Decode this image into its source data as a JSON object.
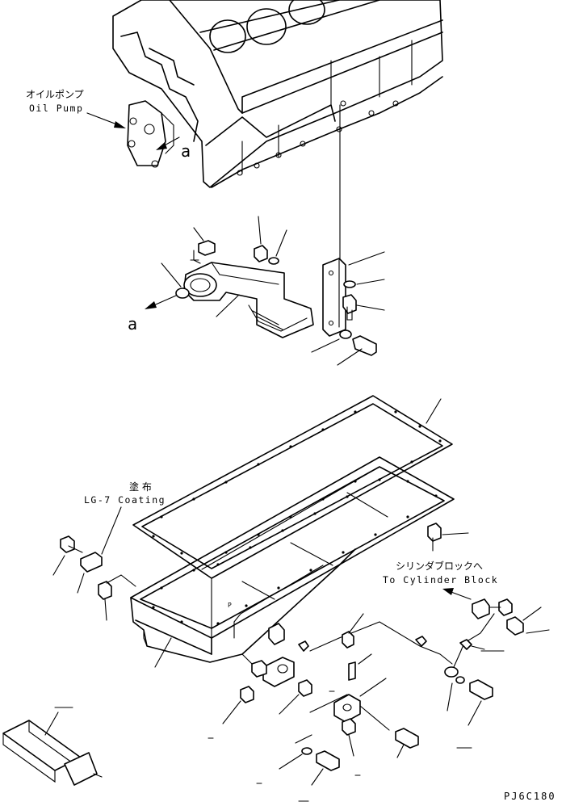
{
  "labels": {
    "oil_pump_jp": "オイルポンプ",
    "oil_pump_en": "Oil Pump",
    "ref_a_top": "a",
    "ref_a_left": "a",
    "coating_jp": "塗 布",
    "coating_en": "LG-7 Coating",
    "cyl_block_jp": "シリンダブロックへ",
    "cyl_block_en": "To Cylinder Block",
    "drawing_code": "PJ6C180",
    "pan_mark": "P"
  },
  "icons": {
    "arrow": "arrow-icon"
  },
  "colors": {
    "ink": "#000000",
    "paper": "#ffffff"
  }
}
